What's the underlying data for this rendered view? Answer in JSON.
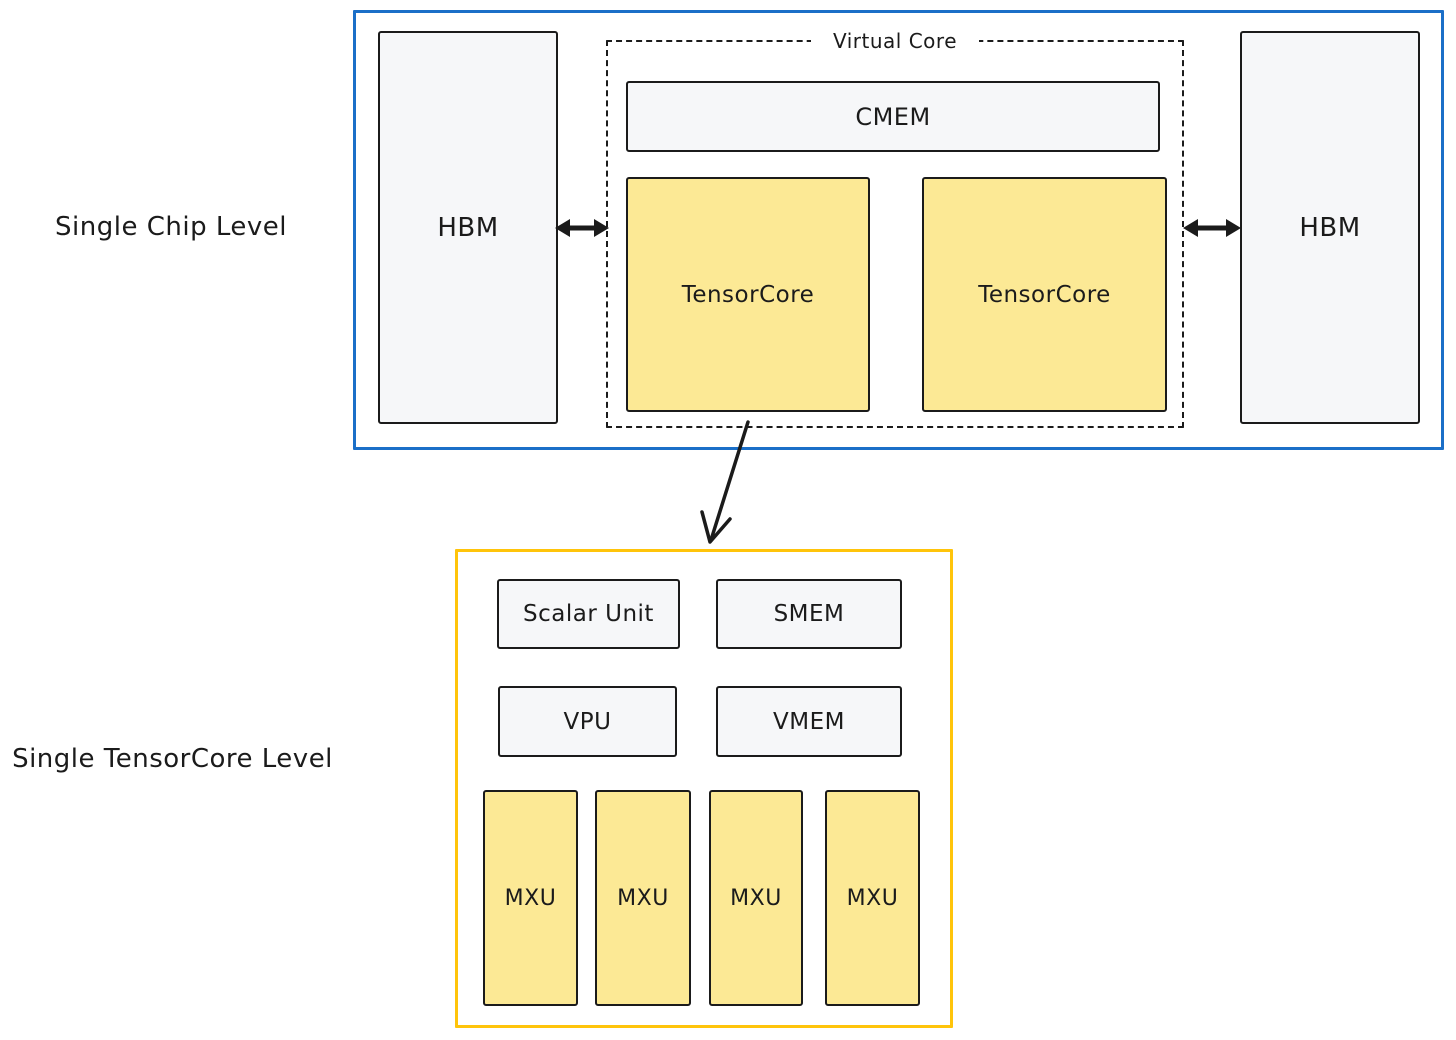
{
  "chip_level": {
    "label": "Single Chip Level",
    "hbm_left_label": "HBM",
    "hbm_right_label": "HBM",
    "virtual_core": {
      "title": "Virtual Core",
      "cmem_label": "CMEM",
      "tensorcores": [
        "TensorCore",
        "TensorCore"
      ]
    }
  },
  "tensorcore_level": {
    "label": "Single TensorCore Level",
    "scalar_unit_label": "Scalar Unit",
    "smem_label": "SMEM",
    "vpu_label": "VPU",
    "vmem_label": "VMEM",
    "mxus": [
      "MXU",
      "MXU",
      "MXU",
      "MXU"
    ]
  },
  "icons": {
    "hbm_left_link": "bidirectional-arrow",
    "hbm_right_link": "bidirectional-arrow",
    "zoom_link": "down-left-arrow"
  },
  "colors": {
    "chip_frame": "#1B6FC8",
    "tensorcore_frame": "#FFC40A",
    "compute_fill": "#FCE995",
    "memory_fill": "#F6F7F9",
    "ink": "#1B1B1B",
    "background": "#FFFFFF"
  }
}
